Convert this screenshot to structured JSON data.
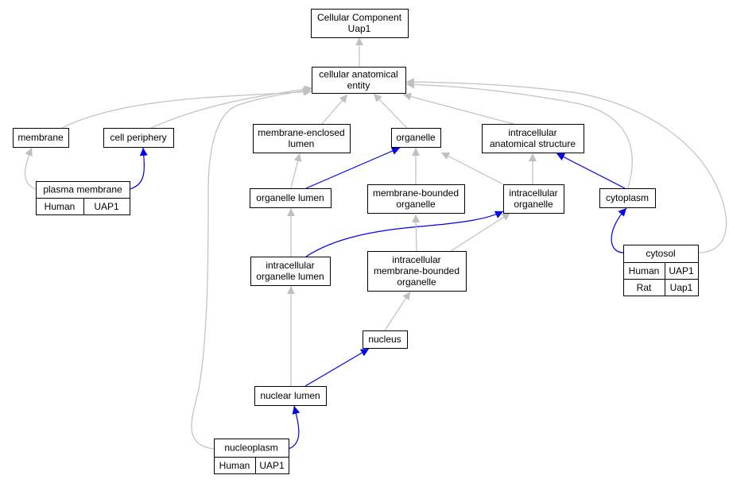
{
  "colors": {
    "is_a_edge": "#c0c0c0",
    "part_of_edge": "#0000ee",
    "human": "#ff6347",
    "rat": "#ffd700"
  },
  "nodes": {
    "root": {
      "lines": [
        "Cellular Component",
        "Uap1"
      ]
    },
    "cae": {
      "lines": [
        "cellular anatomical",
        "entity"
      ]
    },
    "membrane": {
      "lines": [
        "membrane"
      ]
    },
    "cellper": {
      "lines": [
        "cell periphery"
      ]
    },
    "mencl": {
      "lines": [
        "membrane-enclosed",
        "lumen"
      ]
    },
    "organelle": {
      "lines": [
        "organelle"
      ]
    },
    "ias": {
      "lines": [
        "intracellular",
        "anatomical structure"
      ]
    },
    "pm": {
      "lines": [
        "plasma membrane"
      ]
    },
    "orglumen": {
      "lines": [
        "organelle lumen"
      ]
    },
    "mbo": {
      "lines": [
        "membrane-bounded",
        "organelle"
      ]
    },
    "io": {
      "lines": [
        "intracellular",
        "organelle"
      ]
    },
    "cytoplasm": {
      "lines": [
        "cytoplasm"
      ]
    },
    "iol": {
      "lines": [
        "intracellular",
        "organelle lumen"
      ]
    },
    "imbo": {
      "lines": [
        "intracellular",
        "membrane-bounded",
        "organelle"
      ]
    },
    "cytosol": {
      "lines": [
        "cytosol"
      ]
    },
    "nucleus": {
      "lines": [
        "nucleus"
      ]
    },
    "nuclum": {
      "lines": [
        "nuclear lumen"
      ]
    },
    "nucleoplasm": {
      "lines": [
        "nucleoplasm"
      ]
    }
  },
  "annotations": {
    "pm": [
      {
        "species": "Human",
        "gene": "UAP1",
        "color": "human"
      }
    ],
    "cytosol": [
      {
        "species": "Human",
        "gene": "UAP1",
        "color": "human"
      },
      {
        "species": "Rat",
        "gene": "Uap1",
        "color": "rat"
      }
    ],
    "nucleoplasm": [
      {
        "species": "Human",
        "gene": "UAP1",
        "color": "human"
      }
    ]
  },
  "edges": [
    {
      "from": "cae",
      "to": "root",
      "kind": "is_a"
    },
    {
      "from": "membrane",
      "to": "cae",
      "kind": "is_a"
    },
    {
      "from": "cellper",
      "to": "cae",
      "kind": "is_a"
    },
    {
      "from": "mencl",
      "to": "cae",
      "kind": "is_a"
    },
    {
      "from": "organelle",
      "to": "cae",
      "kind": "is_a"
    },
    {
      "from": "ias",
      "to": "cae",
      "kind": "is_a"
    },
    {
      "from": "cytoplasm",
      "to": "cae",
      "kind": "is_a"
    },
    {
      "from": "cytosol",
      "to": "cae",
      "kind": "is_a"
    },
    {
      "from": "nucleoplasm",
      "to": "cae",
      "kind": "is_a"
    },
    {
      "from": "pm",
      "to": "membrane",
      "kind": "is_a"
    },
    {
      "from": "pm",
      "to": "cellper",
      "kind": "part_of"
    },
    {
      "from": "orglumen",
      "to": "mencl",
      "kind": "is_a"
    },
    {
      "from": "orglumen",
      "to": "organelle",
      "kind": "part_of"
    },
    {
      "from": "mbo",
      "to": "organelle",
      "kind": "is_a"
    },
    {
      "from": "io",
      "to": "organelle",
      "kind": "is_a"
    },
    {
      "from": "io",
      "to": "ias",
      "kind": "is_a"
    },
    {
      "from": "cytoplasm",
      "to": "ias",
      "kind": "part_of"
    },
    {
      "from": "iol",
      "to": "orglumen",
      "kind": "is_a"
    },
    {
      "from": "iol",
      "to": "io",
      "kind": "part_of"
    },
    {
      "from": "imbo",
      "to": "mbo",
      "kind": "is_a"
    },
    {
      "from": "imbo",
      "to": "io",
      "kind": "is_a"
    },
    {
      "from": "cytosol",
      "to": "cytoplasm",
      "kind": "part_of"
    },
    {
      "from": "nucleus",
      "to": "imbo",
      "kind": "is_a"
    },
    {
      "from": "nuclum",
      "to": "iol",
      "kind": "is_a"
    },
    {
      "from": "nuclum",
      "to": "nucleus",
      "kind": "part_of"
    },
    {
      "from": "nucleoplasm",
      "to": "nuclum",
      "kind": "part_of"
    }
  ]
}
